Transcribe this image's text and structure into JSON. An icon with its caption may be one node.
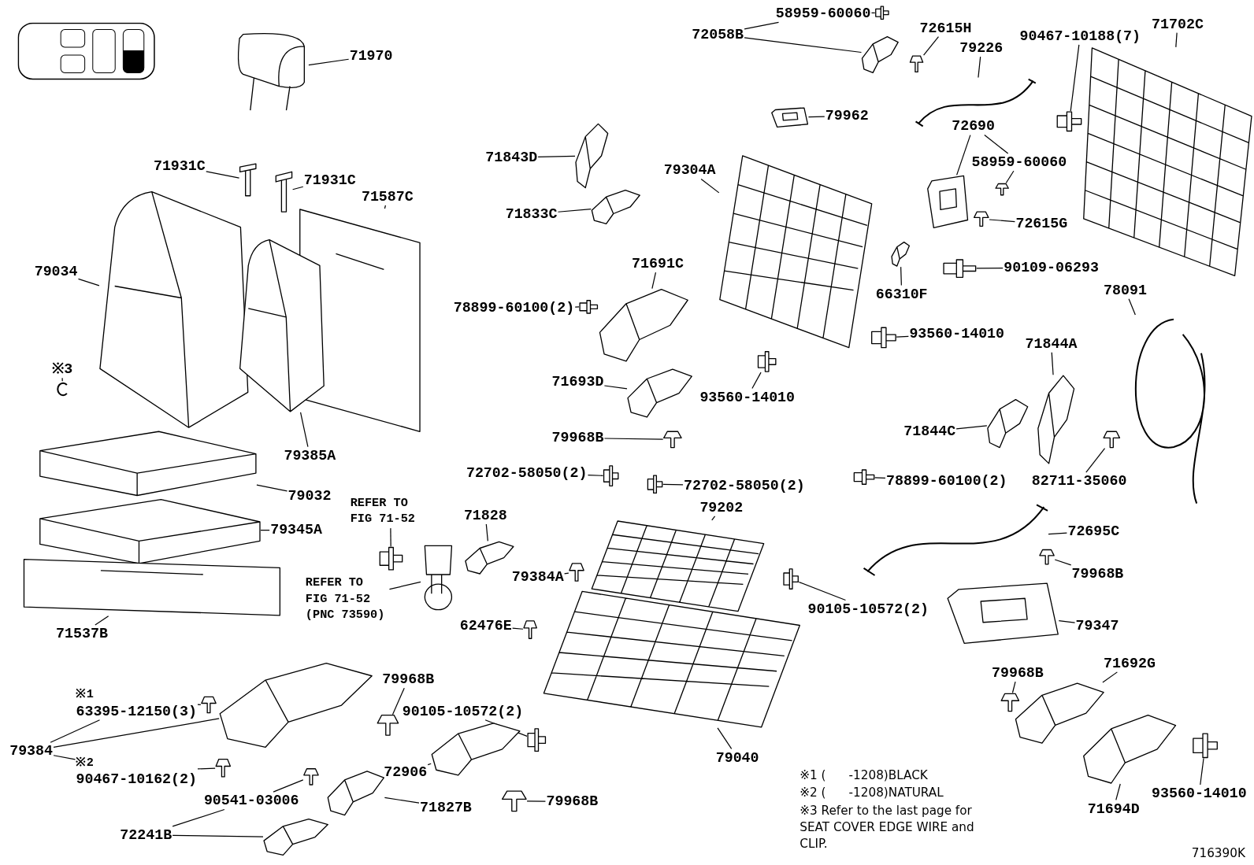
{
  "diagram": {
    "nodes": [
      {
        "text": [
          "71970"
        ]
      },
      {
        "text": [],
        "shape": "picture"
      },
      {
        "text": [
          "71931C"
        ]
      },
      {
        "text": [],
        "shape": "picture"
      },
      {
        "text": [
          "71931C"
        ]
      },
      {
        "text": [],
        "shape": "picture"
      },
      {
        "text": [
          "71587C"
        ]
      },
      {
        "text": [],
        "shape": "picture"
      },
      {
        "text": [
          "79034"
        ]
      },
      {
        "text": [],
        "shape": "picture"
      },
      {
        "text": [
          "79385A"
        ]
      },
      {
        "text": [],
        "shape": "picture"
      },
      {
        "text": [
          "79032"
        ]
      },
      {
        "text": [],
        "shape": "picture"
      },
      {
        "text": [
          "79345A"
        ]
      },
      {
        "text": [],
        "shape": "picture"
      },
      {
        "text": [
          "71537B"
        ]
      },
      {
        "text": [],
        "shape": "picture"
      },
      {
        "text": [
          "※3"
        ]
      },
      {
        "text": [],
        "shape": "picture"
      },
      {
        "text": [
          "71843D"
        ]
      },
      {
        "text": [],
        "shape": "picture"
      },
      {
        "text": [
          "71833C"
        ]
      },
      {
        "text": [],
        "shape": "picture"
      },
      {
        "text": [
          "71691C"
        ]
      },
      {
        "text": [],
        "shape": "picture"
      },
      {
        "text": [
          "78899-60100(2)"
        ]
      },
      {
        "text": [],
        "shape": "picture"
      },
      {
        "text": [
          "71693D"
        ]
      },
      {
        "text": [],
        "shape": "picture"
      },
      {
        "text": [
          "79968B"
        ]
      },
      {
        "text": [],
        "shape": "picture"
      },
      {
        "text": [
          "72058B"
        ]
      },
      {
        "text": [],
        "shape": "picture"
      },
      {
        "text": [
          "58959-60060"
        ]
      },
      {
        "text": [],
        "shape": "picture"
      },
      {
        "text": [
          "72615H"
        ]
      },
      {
        "text": [],
        "shape": "picture"
      },
      {
        "text": [
          "79226"
        ]
      },
      {
        "text": [],
        "shape": "picture"
      },
      {
        "text": [
          "79962"
        ]
      },
      {
        "text": [],
        "shape": "box"
      },
      {
        "text": [
          "79304A"
        ]
      },
      {
        "text": [],
        "shape": "picture"
      },
      {
        "text": [
          "72690"
        ]
      },
      {
        "text": [],
        "shape": "box"
      },
      {
        "text": [
          "58959-60060"
        ]
      },
      {
        "text": [],
        "shape": "picture"
      },
      {
        "text": [
          "72615G"
        ]
      },
      {
        "text": [],
        "shape": "picture"
      },
      {
        "text": [
          "71702C"
        ]
      },
      {
        "text": [],
        "shape": "picture"
      },
      {
        "text": [
          "90467-10188(7)"
        ]
      },
      {
        "text": [],
        "shape": "picture"
      },
      {
        "text": [
          "90109-06293"
        ]
      },
      {
        "text": [],
        "shape": "picture"
      },
      {
        "text": [
          "66310F"
        ]
      },
      {
        "text": [],
        "shape": "picture"
      },
      {
        "text": [
          "93560-14010"
        ]
      },
      {
        "text": [],
        "shape": "picture"
      },
      {
        "text": [
          "93560-14010"
        ]
      },
      {
        "text": [],
        "shape": "picture"
      },
      {
        "text": [
          "78091"
        ]
      },
      {
        "text": [],
        "shape": "picture"
      },
      {
        "text": [
          "71844A"
        ]
      },
      {
        "text": [],
        "shape": "picture"
      },
      {
        "text": [
          "71844C"
        ]
      },
      {
        "text": [],
        "shape": "picture"
      },
      {
        "text": [
          "82711-35060"
        ]
      },
      {
        "text": [],
        "shape": "picture"
      },
      {
        "text": [
          "78899-60100(2)"
        ]
      },
      {
        "text": [],
        "shape": "picture"
      },
      {
        "text": [
          "72702-58050(2)"
        ]
      },
      {
        "text": [],
        "shape": "picture"
      },
      {
        "text": [
          "72702-58050(2)"
        ]
      },
      {
        "text": [],
        "shape": "picture"
      },
      {
        "text": [
          "79202"
        ]
      },
      {
        "text": [],
        "shape": "picture"
      },
      {
        "text": [
          "71828"
        ]
      },
      {
        "text": [],
        "shape": "picture"
      },
      {
        "text": [
          "REFER TO FIG 71-52"
        ]
      },
      {
        "text": [],
        "shape": "picture"
      },
      {
        "text": [
          "REFER TO FIG 71-52 (PNC 73590)"
        ]
      },
      {
        "text": [],
        "shape": "picture"
      },
      {
        "text": [
          "79384A"
        ]
      },
      {
        "text": [],
        "shape": "picture"
      },
      {
        "text": [
          "62476E"
        ]
      },
      {
        "text": [],
        "shape": "picture"
      },
      {
        "text": [
          "72695C"
        ]
      },
      {
        "text": [],
        "shape": "picture"
      },
      {
        "text": [
          "79968B"
        ]
      },
      {
        "text": [],
        "shape": "picture"
      },
      {
        "text": [
          "90105-10572(2)"
        ]
      },
      {
        "text": [],
        "shape": "picture"
      },
      {
        "text": [
          "79347"
        ]
      },
      {
        "text": [],
        "shape": "box"
      },
      {
        "text": [
          "79040"
        ]
      },
      {
        "text": [],
        "shape": "picture"
      },
      {
        "text": [
          "79968B"
        ]
      },
      {
        "text": [],
        "shape": "picture"
      },
      {
        "text": [
          "90105-10572(2)"
        ]
      },
      {
        "text": [],
        "shape": "picture"
      },
      {
        "text": [
          "79968B"
        ]
      },
      {
        "text": [],
        "shape": "picture"
      },
      {
        "text": [
          "71692G"
        ]
      },
      {
        "text": [],
        "shape": "picture"
      },
      {
        "text": [
          "79384"
        ]
      },
      {
        "text": [],
        "shape": "picture"
      },
      {
        "text": [
          "※1",
          "63395-12150(3)"
        ]
      },
      {
        "text": [],
        "shape": "picture"
      },
      {
        "text": [
          "※2",
          "90467-10162(2)"
        ]
      },
      {
        "text": [],
        "shape": "picture"
      },
      {
        "text": [
          "72906"
        ]
      },
      {
        "text": [],
        "shape": "picture"
      },
      {
        "text": [
          "79968B"
        ]
      },
      {
        "text": [],
        "shape": "picture"
      },
      {
        "text": [
          "72241B"
        ]
      },
      {
        "text": [],
        "shape": "picture"
      },
      {
        "text": [
          "90541-03006"
        ]
      },
      {
        "text": [],
        "shape": "picture"
      },
      {
        "text": [
          "71827B"
        ]
      },
      {
        "text": [],
        "shape": "picture"
      },
      {
        "text": [
          "71694D"
        ]
      },
      {
        "text": [],
        "shape": "picture"
      },
      {
        "text": [
          "93560-14010"
        ]
      },
      {
        "text": [],
        "shape": "picture"
      }
    ],
    "edges": [
      {
        "from": 0,
        "to": 1,
        "arrow": "none"
      },
      {
        "from": 2,
        "to": 3,
        "arrow": "none"
      },
      {
        "from": 4,
        "to": 5,
        "arrow": "none"
      },
      {
        "from": 6,
        "to": 7,
        "arrow": "none"
      },
      {
        "from": 8,
        "to": 9,
        "arrow": "none"
      },
      {
        "from": 10,
        "to": 11,
        "arrow": "none"
      },
      {
        "from": 12,
        "to": 13,
        "arrow": "none"
      },
      {
        "from": 14,
        "to": 15,
        "arrow": "none"
      },
      {
        "from": 16,
        "to": 17,
        "arrow": "none"
      },
      {
        "from": 18,
        "to": 19,
        "arrow": "none"
      },
      {
        "from": 20,
        "to": 21,
        "arrow": "none"
      },
      {
        "from": 22,
        "to": 23,
        "arrow": "none"
      },
      {
        "from": 24,
        "to": 25,
        "arrow": "none"
      },
      {
        "from": 26,
        "to": 27,
        "arrow": "none"
      },
      {
        "from": 28,
        "to": 29,
        "arrow": "none"
      },
      {
        "from": 30,
        "to": 31,
        "arrow": "none"
      },
      {
        "from": 32,
        "to": 33,
        "arrow": "none"
      },
      {
        "from": 32,
        "to": 34,
        "arrow": "none"
      },
      {
        "from": 34,
        "to": 35,
        "arrow": "none"
      },
      {
        "from": 36,
        "to": 37,
        "arrow": "none"
      },
      {
        "from": 38,
        "to": 39,
        "arrow": "none"
      },
      {
        "from": 40,
        "to": 41,
        "arrow": "none"
      },
      {
        "from": 42,
        "to": 43,
        "arrow": "none"
      },
      {
        "from": 44,
        "to": 45,
        "arrow": "none"
      },
      {
        "from": 44,
        "to": 46,
        "arrow": "none"
      },
      {
        "from": 46,
        "to": 47,
        "arrow": "none"
      },
      {
        "from": 48,
        "to": 49,
        "arrow": "none"
      },
      {
        "from": 50,
        "to": 51,
        "arrow": "none"
      },
      {
        "from": 52,
        "to": 53,
        "arrow": "none"
      },
      {
        "from": 54,
        "to": 55,
        "arrow": "none"
      },
      {
        "from": 56,
        "to": 57,
        "arrow": "none"
      },
      {
        "from": 58,
        "to": 59,
        "arrow": "none"
      },
      {
        "from": 60,
        "to": 61,
        "arrow": "none"
      },
      {
        "from": 62,
        "to": 63,
        "arrow": "none"
      },
      {
        "from": 64,
        "to": 65,
        "arrow": "none"
      },
      {
        "from": 66,
        "to": 67,
        "arrow": "none"
      },
      {
        "from": 68,
        "to": 69,
        "arrow": "none"
      },
      {
        "from": 70,
        "to": 71,
        "arrow": "none"
      },
      {
        "from": 72,
        "to": 73,
        "arrow": "none"
      },
      {
        "from": 74,
        "to": 75,
        "arrow": "none"
      },
      {
        "from": 76,
        "to": 77,
        "arrow": "none"
      },
      {
        "from": 78,
        "to": 79,
        "arrow": "none"
      },
      {
        "from": 80,
        "to": 81,
        "arrow": "none"
      },
      {
        "from": 82,
        "to": 83,
        "arrow": "none"
      },
      {
        "from": 84,
        "to": 85,
        "arrow": "none"
      },
      {
        "from": 86,
        "to": 87,
        "arrow": "none"
      },
      {
        "from": 88,
        "to": 89,
        "arrow": "none"
      },
      {
        "from": 90,
        "to": 91,
        "arrow": "none"
      },
      {
        "from": 92,
        "to": 93,
        "arrow": "none"
      },
      {
        "from": 94,
        "to": 95,
        "arrow": "none"
      },
      {
        "from": 96,
        "to": 97,
        "arrow": "none"
      },
      {
        "from": 98,
        "to": 99,
        "arrow": "none"
      },
      {
        "from": 100,
        "to": 101,
        "arrow": "none"
      },
      {
        "from": 102,
        "to": 103,
        "arrow": "none"
      },
      {
        "from": 104,
        "to": 105,
        "arrow": "none"
      },
      {
        "from": 106,
        "to": 107,
        "arrow": "none"
      },
      {
        "from": 106,
        "to": 108,
        "arrow": "none"
      },
      {
        "from": 106,
        "to": 110,
        "arrow": "none"
      },
      {
        "from": 108,
        "to": 109,
        "arrow": "none"
      },
      {
        "from": 110,
        "to": 111,
        "arrow": "none"
      },
      {
        "from": 112,
        "to": 113,
        "arrow": "none"
      },
      {
        "from": 114,
        "to": 115,
        "arrow": "none"
      },
      {
        "from": 116,
        "to": 117,
        "arrow": "none"
      },
      {
        "from": 116,
        "to": 118,
        "arrow": "none"
      },
      {
        "from": 118,
        "to": 119,
        "arrow": "none"
      },
      {
        "from": 120,
        "to": 121,
        "arrow": "none"
      },
      {
        "from": 122,
        "to": 123,
        "arrow": "none"
      },
      {
        "from": 124,
        "to": 125,
        "arrow": "none"
      }
    ],
    "labels": [
      "※1 (      -1208)BLACK",
      "※2 (      -1208)NATURAL",
      "※3 Refer to the last page for SEAT COVER EDGE WIRE and CLIP.",
      "716390K"
    ]
  }
}
